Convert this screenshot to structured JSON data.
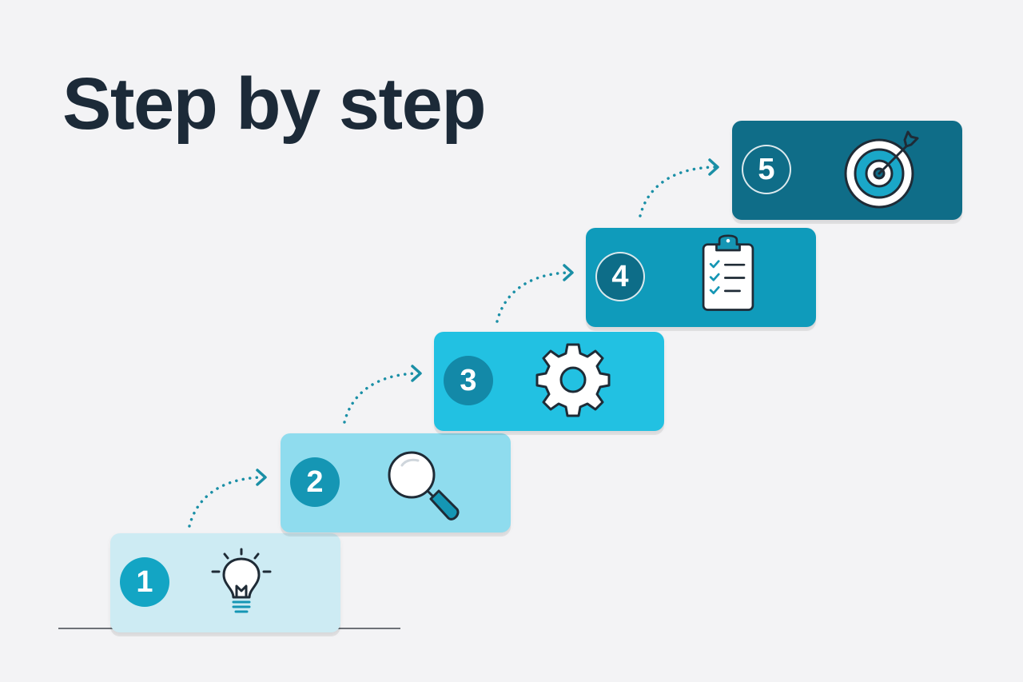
{
  "title": "Step by step",
  "colors": {
    "text": "#1c2a38",
    "connector": "#1a8fa6",
    "icon_stroke": "#1f2b36"
  },
  "steps": [
    {
      "number": "1",
      "icon": "lightbulb-icon",
      "fill": "#cdebf3",
      "badge": "#13a5c4"
    },
    {
      "number": "2",
      "icon": "magnifier-icon",
      "fill": "#8fdcee",
      "badge": "#1596b4"
    },
    {
      "number": "3",
      "icon": "gear-icon",
      "fill": "#22c1e2",
      "badge": "#1389a8"
    },
    {
      "number": "4",
      "icon": "checklist-icon",
      "fill": "#0f9bbb",
      "badge": "#0d6d88"
    },
    {
      "number": "5",
      "icon": "target-icon",
      "fill": "#0f6d88",
      "badge": "#0f6d88"
    }
  ]
}
